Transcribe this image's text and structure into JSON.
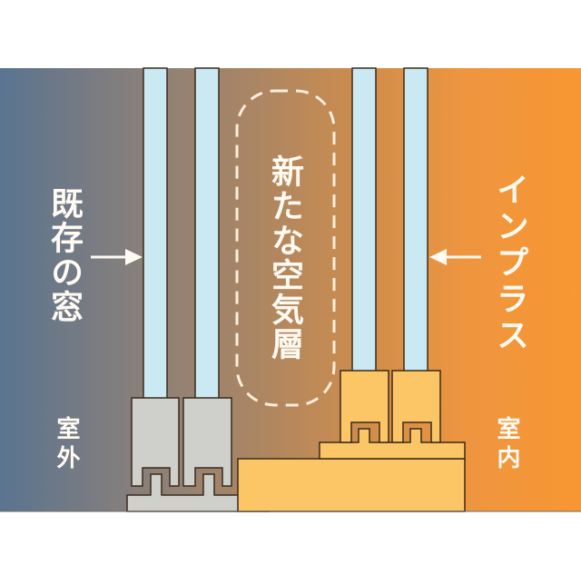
{
  "diagram": {
    "title": "Inplus double window cross-section",
    "labels": {
      "existing_window": "既存の窓",
      "new_air_layer": "新たな空気層",
      "inplus": "インプラス",
      "outdoor": "室外",
      "indoor": "室内"
    },
    "colors": {
      "outdoor_blue": "#5a7490",
      "mid_brown": "#a9845f",
      "indoor_orange": "#f39334",
      "glass": "#cbe9f2",
      "existing_frame_gray": "#cfcfcc",
      "inplus_frame_yellow": "#fcc667",
      "outline": "#3a2a1a",
      "label_white": "#fffaf2"
    },
    "components": [
      {
        "name": "existing-window",
        "panes": 2,
        "frame_color": "gray",
        "side": "outdoor"
      },
      {
        "name": "inplus-inner-window",
        "panes": 2,
        "frame_color": "yellow",
        "side": "indoor"
      },
      {
        "name": "air-layer",
        "between": [
          "existing-window",
          "inplus-inner-window"
        ],
        "style": "dashed rounded outline"
      }
    ]
  }
}
